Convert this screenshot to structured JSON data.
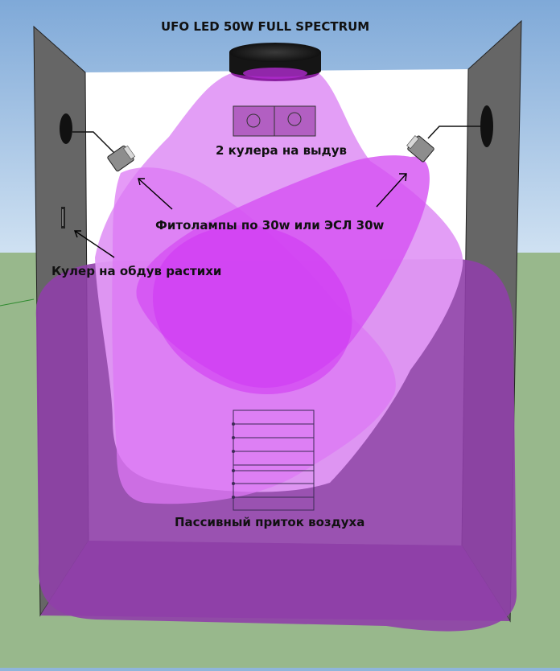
{
  "labels": {
    "title": "UFO LED 50W FULL SPECTRUM",
    "coolers_exhaust": "2 кулера на выдув",
    "phyto_lamps": "Фитолампы по 30w или ЭСЛ 30w",
    "plant_cooler": "Кулер на обдув растихи",
    "passive_intake": "Пассивный приток воздуха"
  },
  "colors": {
    "sky": "#8fb5dc",
    "ground": "#98b88c",
    "panel": "#666666",
    "interior": "#ffffff",
    "light": "#e197f5",
    "light_core": "#dc4cf5",
    "floor": "#8f4fa3"
  },
  "icons": [
    "ufo-lamp-icon",
    "exhaust-fan-icon",
    "phyto-lamp-icon",
    "plant-fan-icon",
    "intake-vent-icon"
  ]
}
